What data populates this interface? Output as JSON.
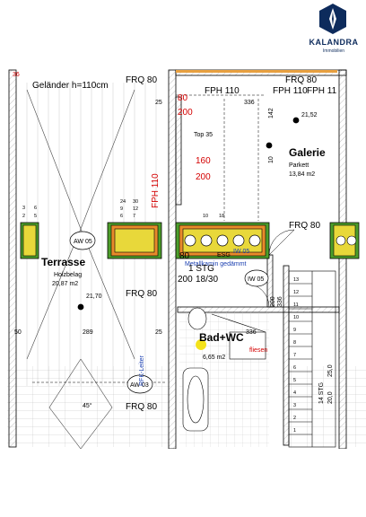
{
  "brand": {
    "name": "KALANDRA",
    "sub": "Immobilien"
  },
  "plan": {
    "corner_num": "36",
    "railing": "Geländer h=110cm",
    "frq": [
      "FRQ 80",
      "FRQ 80",
      "FRQ 80",
      "FRQ 80",
      "FRQ 80"
    ],
    "fph": [
      "FPH 110",
      "FPH 110",
      "FPH 11",
      "FPH 110"
    ],
    "dims": {
      "d25a": "25",
      "d80a": "80",
      "d200a": "200",
      "d336a": "336",
      "d142": "142",
      "d10": "10",
      "d160": "160",
      "d200b": "200",
      "d80b": "80",
      "d200c": "200",
      "d1830": "18/30",
      "d1stg": "1 STG",
      "d25b": "25",
      "d336b": "336",
      "d289": "289",
      "d50": "50",
      "d200d": "200",
      "d336c": "336",
      "d14stg": "14 STG",
      "d2000": "20,0",
      "d250": "25,0",
      "d45": "45°"
    },
    "top": "Top 35",
    "spot_heights": [
      "21,52",
      "21,70"
    ],
    "rooms": {
      "galerie": {
        "name": "Galerie",
        "floor": "Parkett",
        "area": "13,84 m2"
      },
      "terrasse": {
        "name": "Terrasse",
        "floor": "Holzbelag",
        "area": "20,87 m2"
      },
      "bad": {
        "name": "Bad+WC",
        "area": "6,65 m2"
      }
    },
    "aw": [
      "AW 05",
      "AW 03"
    ],
    "iw": [
      "IW 05",
      "IW 05"
    ],
    "metal": "Metallkamin gedämmt",
    "esg": "ESG",
    "fliesen": "fliesen",
    "rfk": "RFK-Leiter",
    "stairs": [
      "13",
      "12",
      "11",
      "10",
      "9",
      "8",
      "7",
      "6",
      "5",
      "4",
      "3",
      "2",
      "1"
    ],
    "top_nums": {
      "a": [
        "2",
        "5"
      ],
      "b": [
        "3",
        "6"
      ],
      "c": [
        "10",
        "18"
      ],
      "d": [
        "6",
        "7"
      ],
      "e": [
        "9",
        "12"
      ],
      "f": [
        "24",
        "30"
      ]
    }
  }
}
